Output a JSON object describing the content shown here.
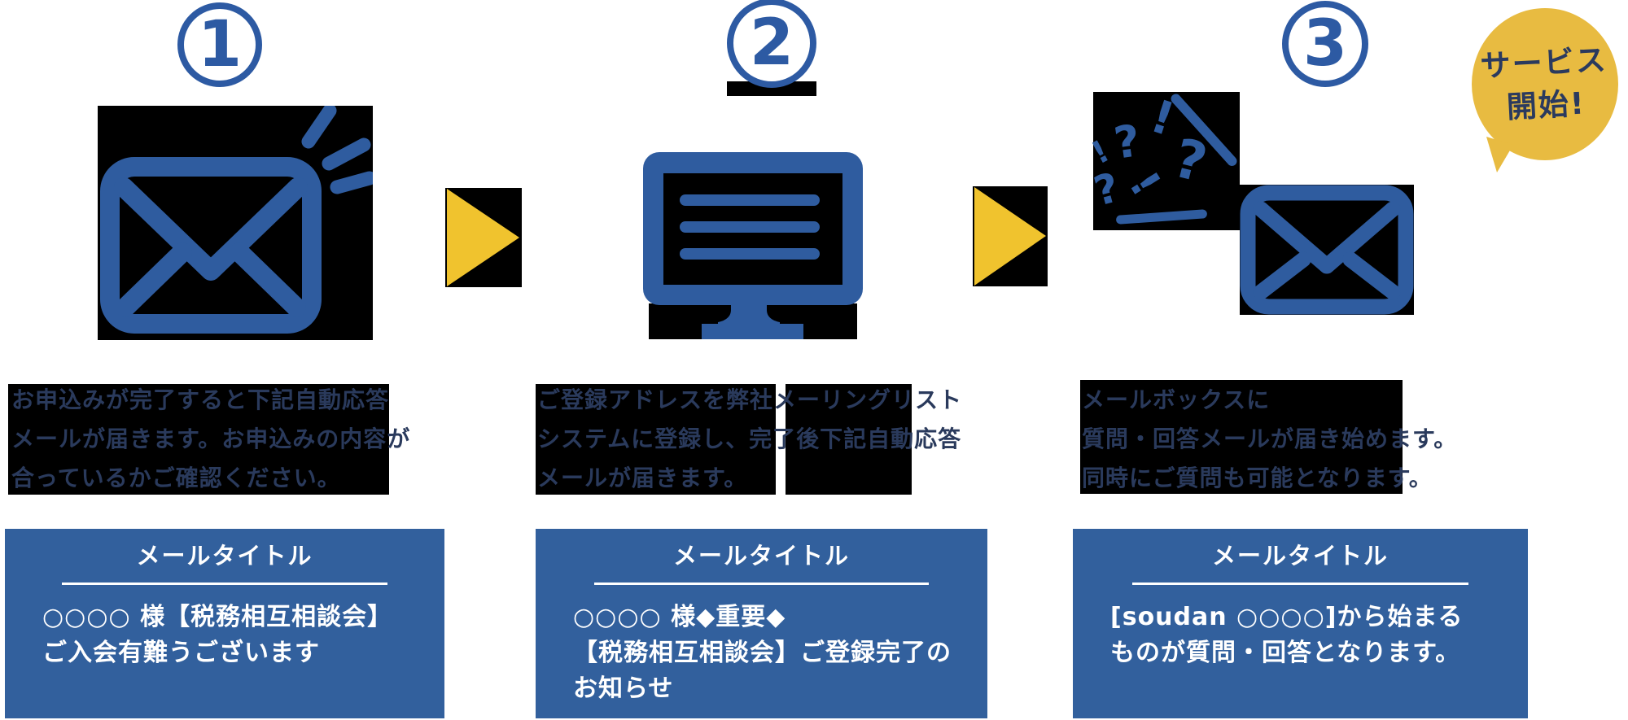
{
  "steps": [
    {
      "number": "1",
      "icon": "email-notification-icon",
      "description_lines": [
        "お申込みが完了すると下記自動応答",
        "メールが届きます。お申込みの内容が",
        "合っているかご確認ください。"
      ],
      "mail_box": {
        "header": "メールタイトル",
        "title_lines": [
          "○○○○ 様【税務相互相談会】",
          "ご入会有難うございます"
        ]
      }
    },
    {
      "number": "2",
      "icon": "monitor-icon",
      "description_lines": [
        "ご登録アドレスを弊社メーリングリスト",
        "システムに登録し、完了後下記自動応答",
        "メールが届きます。"
      ],
      "mail_box": {
        "header": "メールタイトル",
        "title_lines": [
          "○○○○ 様◆重要◆",
          "【税務相互相談会】ご登録完了の",
          "お知らせ"
        ]
      }
    },
    {
      "number": "3",
      "icon": "questions-and-email-icon",
      "description_lines": [
        "メールボックスに",
        "質問・回答メールが届き始めます。",
        "同時にご質問も可能となります。"
      ],
      "mail_box": {
        "header": "メールタイトル",
        "title_lines": [
          "[soudan ○○○○]から始まる",
          "ものが質問・回答となります。"
        ]
      }
    }
  ],
  "bubble": {
    "lines": [
      "サービス",
      "開始!"
    ],
    "color": "#E8BB41"
  },
  "question_icon": {
    "glyphs": [
      "!",
      "?",
      "?",
      "!",
      "?",
      "!"
    ]
  },
  "colors": {
    "icon_blue": "#2F5C9F",
    "badge_blue": "#2D5AA3",
    "card_blue": "#32609D",
    "arrow_yellow": "#F0C32E",
    "bubble_yellow": "#E8BB41",
    "navy_text": "#2A3A5C",
    "card_text": "#FFFFFF",
    "icon_background": "#000000"
  }
}
